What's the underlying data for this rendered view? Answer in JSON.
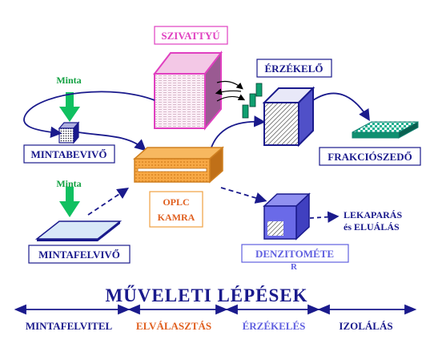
{
  "labels": {
    "pump": "SZIVATTYÚ",
    "sensor": "ÉRZÉKELŐ",
    "sample_top": "Minta",
    "sample_applicator": "MINTABEVIVŐ",
    "fraction_collector": "FRAKCIÓSZEDŐ",
    "sample_bottom": "Minta",
    "chamber_line1": "OPLC",
    "chamber_line2": "KAMRA",
    "scraping_line1": "LEKAPARÁS",
    "scraping_line2": "és  ELUÁLÁS",
    "sample_spotter": "MINTAFELVIVŐ",
    "densitometer_line1": "DENZITOMÉTE",
    "densitometer_line2": "R"
  },
  "steps": {
    "title": "MŰVELETI  LÉPÉSEK",
    "items": [
      "MINTAFELVITEL",
      "ELVÁLASZTÁS",
      "ÉRZÉKELÉS",
      "IZOLÁLÁS"
    ]
  },
  "colors": {
    "navy": "#1a1a8c",
    "pump": "#e040c0",
    "chamber": "#f0a040",
    "sample_arrow": "#10c060",
    "fraction": "#20b090",
    "densitometer": "#6060e0"
  }
}
